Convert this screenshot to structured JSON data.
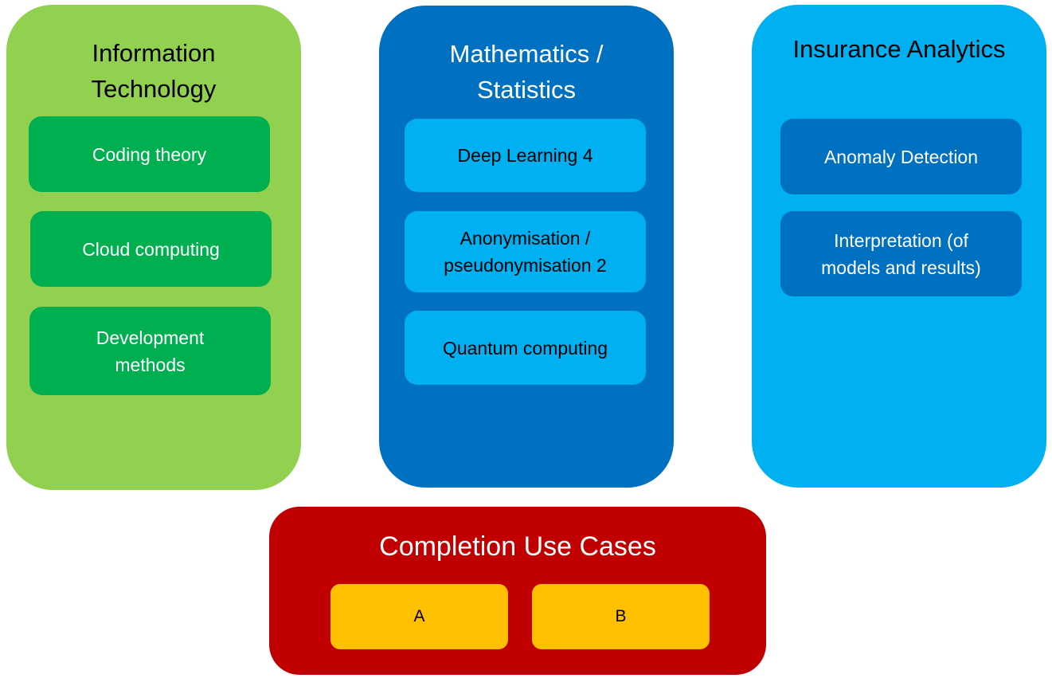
{
  "colors": {
    "it_panel": "#92d050",
    "it_box": "#00b050",
    "math_panel": "#0070c0",
    "math_box": "#00b0f0",
    "ins_panel": "#00b0f0",
    "ins_box": "#0070c0",
    "cases_panel": "#c00000",
    "cases_box": "#ffc000"
  },
  "panels": {
    "it": {
      "title": "Information\nTechnology",
      "items": [
        "Coding theory",
        "Cloud computing",
        "Development\nmethods"
      ]
    },
    "math": {
      "title": "Mathematics /\nStatistics",
      "items": [
        "Deep Learning 4",
        "Anonymisation /\npseudonymisation 2",
        "Quantum computing"
      ]
    },
    "ins": {
      "title": "Insurance Analytics",
      "items": [
        "Anomaly Detection",
        "Interpretation (of\nmodels and results)"
      ]
    },
    "cases": {
      "title": "Completion Use Cases",
      "items": [
        "A",
        "B"
      ]
    }
  }
}
